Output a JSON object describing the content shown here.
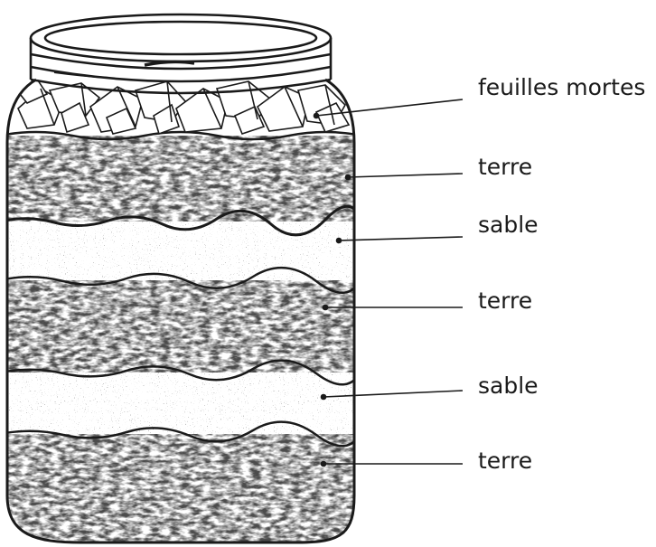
{
  "labels": [
    "feuilles mortes",
    "terre",
    "sable",
    "terre",
    "sable",
    "terre"
  ],
  "colors": {
    "ink": "#1a1a1a",
    "paper": "#ffffff"
  }
}
